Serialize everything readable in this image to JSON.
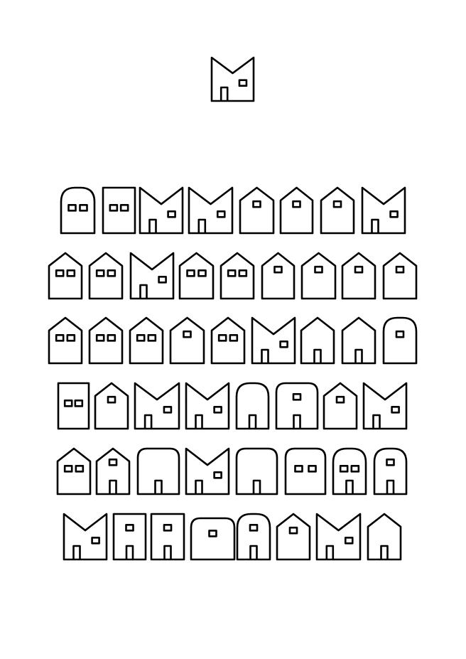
{
  "colors": {
    "background": "#ffffff",
    "stroke": "#000000"
  },
  "featured_house": {
    "roof": "m",
    "windows": 1,
    "door": true
  },
  "rows": [
    [
      {
        "roof": "arch",
        "windows": 2,
        "door": false
      },
      {
        "roof": "flat",
        "windows": 2,
        "door": false
      },
      {
        "roof": "m",
        "windows": 1,
        "door": true
      },
      {
        "roof": "m",
        "windows": 1,
        "door": true
      },
      {
        "roof": "gable",
        "windows": 1,
        "door": false
      },
      {
        "roof": "gable",
        "windows": 1,
        "door": false
      },
      {
        "roof": "gable",
        "windows": 1,
        "door": false
      },
      {
        "roof": "m",
        "windows": 1,
        "door": true
      }
    ],
    [
      {
        "roof": "gable",
        "windows": 2,
        "door": false
      },
      {
        "roof": "gable",
        "windows": 2,
        "door": false
      },
      {
        "roof": "m",
        "windows": 1,
        "door": true
      },
      {
        "roof": "gable",
        "windows": 2,
        "door": false
      },
      {
        "roof": "gable",
        "windows": 2,
        "door": false
      },
      {
        "roof": "gable",
        "windows": 1,
        "door": false
      },
      {
        "roof": "gable",
        "windows": 1,
        "door": false
      },
      {
        "roof": "gable",
        "windows": 1,
        "door": false
      },
      {
        "roof": "gable",
        "windows": 1,
        "door": false
      }
    ],
    [
      {
        "roof": "gable",
        "windows": 2,
        "door": false
      },
      {
        "roof": "gable",
        "windows": 2,
        "door": false
      },
      {
        "roof": "gable",
        "windows": 2,
        "door": false
      },
      {
        "roof": "gable",
        "windows": 1,
        "door": false
      },
      {
        "roof": "gable",
        "windows": 2,
        "door": false
      },
      {
        "roof": "m",
        "windows": 1,
        "door": true
      },
      {
        "roof": "gable",
        "windows": 0,
        "door": true
      },
      {
        "roof": "gable",
        "windows": 0,
        "door": true
      },
      {
        "roof": "arch",
        "windows": 1,
        "door": false
      }
    ],
    [
      {
        "roof": "flat",
        "windows": 2,
        "door": false
      },
      {
        "roof": "gable",
        "windows": 1,
        "door": false
      },
      {
        "roof": "m",
        "windows": 1,
        "door": true
      },
      {
        "roof": "m",
        "windows": 1,
        "door": true
      },
      {
        "roof": "arch",
        "windows": 0,
        "door": true
      },
      {
        "roof": "round",
        "windows": 1,
        "door": true
      },
      {
        "roof": "gable",
        "windows": 1,
        "door": false
      },
      {
        "roof": "m",
        "windows": 1,
        "door": true
      }
    ],
    [
      {
        "roof": "gable",
        "windows": 2,
        "door": false
      },
      {
        "roof": "gable",
        "windows": 1,
        "door": true
      },
      {
        "roof": "round",
        "windows": 0,
        "door": true
      },
      {
        "roof": "m",
        "windows": 1,
        "door": true
      },
      {
        "roof": "round",
        "windows": 0,
        "door": true
      },
      {
        "roof": "round",
        "windows": 2,
        "door": false
      },
      {
        "roof": "arch",
        "windows": 2,
        "door": true
      },
      {
        "roof": "arch",
        "windows": 1,
        "door": true
      }
    ],
    [
      {
        "roof": "m",
        "windows": 1,
        "door": true
      },
      {
        "roof": "flat",
        "windows": 1,
        "door": true
      },
      {
        "roof": "flat",
        "windows": 1,
        "door": true
      },
      {
        "roof": "round",
        "windows": 1,
        "door": false
      },
      {
        "roof": "arch",
        "windows": 1,
        "door": true
      },
      {
        "roof": "gable",
        "windows": 1,
        "door": false
      },
      {
        "roof": "m",
        "windows": 1,
        "door": true
      },
      {
        "roof": "gable",
        "windows": 0,
        "door": true
      }
    ]
  ]
}
